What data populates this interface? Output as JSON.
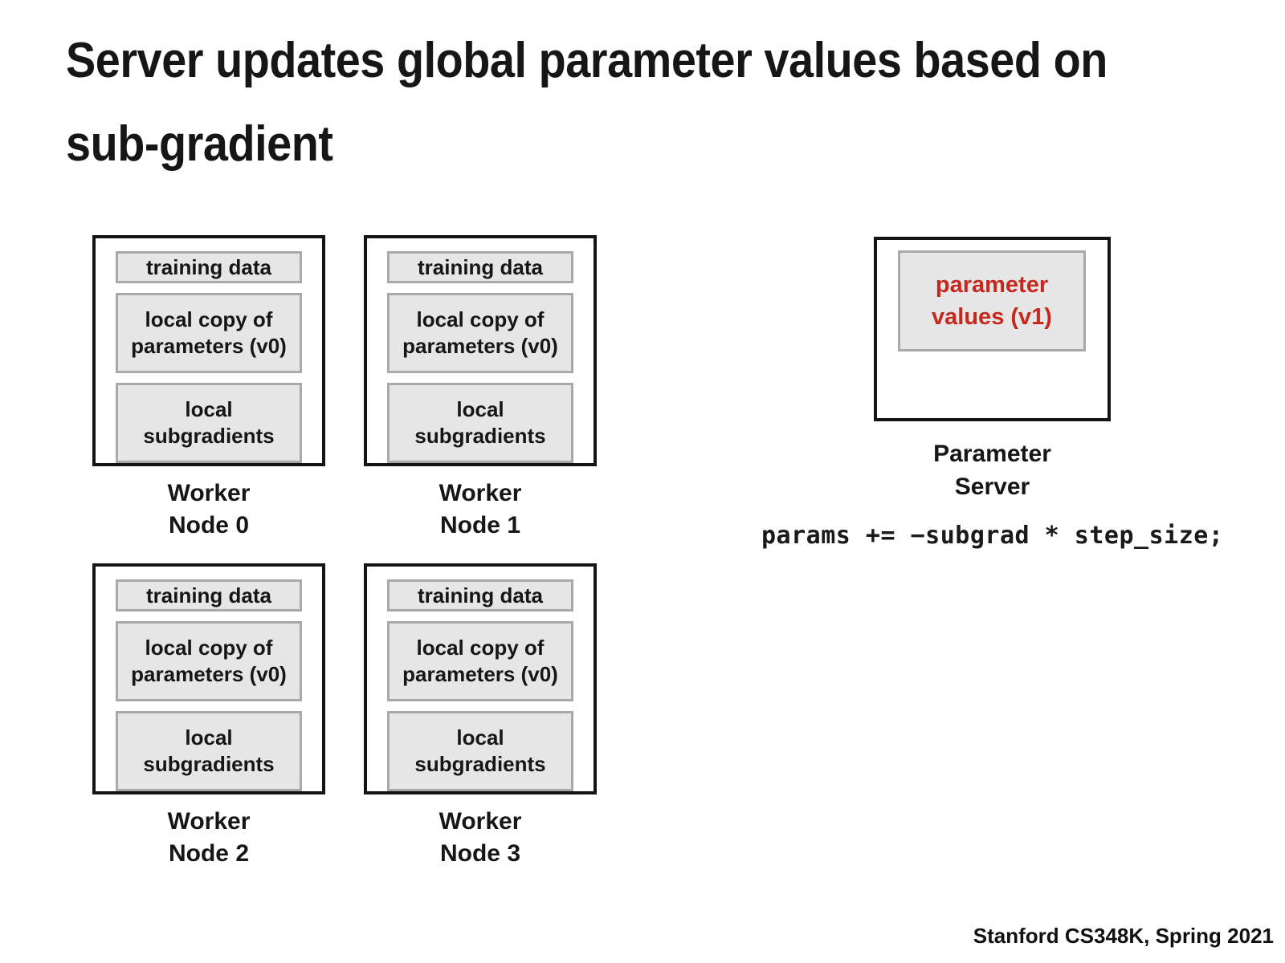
{
  "slide": {
    "title_line1": "Server updates global parameter values based on",
    "title_line2": "sub-gradient",
    "footer": "Stanford CS348K, Spring 2021"
  },
  "workers": [
    {
      "name": "Worker Node 0",
      "label_line1": "Worker",
      "label_line2": "Node 0",
      "items": [
        "training data",
        "local copy of parameters (v0)",
        "local subgradients"
      ]
    },
    {
      "name": "Worker Node 1",
      "label_line1": "Worker",
      "label_line2": "Node 1",
      "items": [
        "training data",
        "local copy of parameters (v0)",
        "local subgradients"
      ]
    },
    {
      "name": "Worker Node 2",
      "label_line1": "Worker",
      "label_line2": "Node 2",
      "items": [
        "training data",
        "local copy of parameters (v0)",
        "local subgradients"
      ]
    },
    {
      "name": "Worker Node 3",
      "label_line1": "Worker",
      "label_line2": "Node 3",
      "items": [
        "training data",
        "local copy of parameters (v0)",
        "local subgradients"
      ]
    }
  ],
  "parameter_server": {
    "value_line1": "parameter",
    "value_line2": "values (v1)",
    "label_line1": "Parameter",
    "label_line2": "Server",
    "update_rule": "params += −subgrad * step_size;"
  },
  "colors": {
    "accent_red": "#c5281c",
    "box_fill": "#e6e6e6",
    "box_border": "#a9a9a9",
    "outline": "#141414"
  }
}
